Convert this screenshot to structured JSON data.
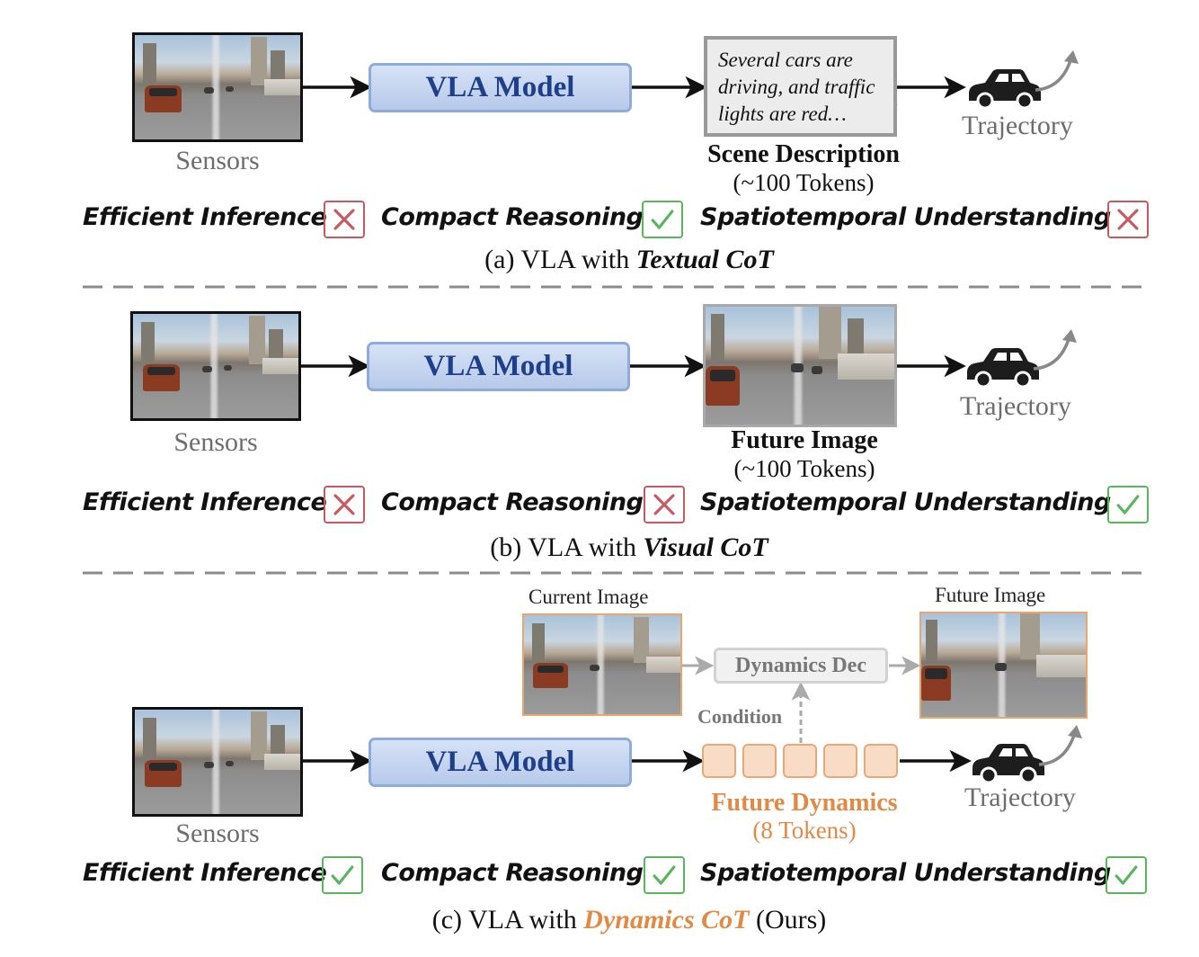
{
  "colors": {
    "vla_fill": "#c5d5f0",
    "vla_border": "#8fabdc",
    "vla_text": "#1e3f8a",
    "orange_accent": "#e08a45",
    "check_green": "#5bb45e",
    "cross_red": "#c65a60",
    "arrow_dark": "#111111",
    "arrow_gray": "#aaaaaa"
  },
  "labels": {
    "sensors": "Sensors",
    "vla_model": "VLA Model",
    "trajectory": "Trajectory"
  },
  "criteria": {
    "efficient": "Efficient Inference",
    "compact": "Compact Reasoning",
    "spatio": "Spatiotemporal Understanding"
  },
  "panel_a": {
    "description_text": "Several cars are driving, and traffic lights are red…",
    "cot_title": "Scene Description",
    "cot_tokens": "(~100 Tokens)",
    "caption_prefix": "(a) VLA with ",
    "caption_em": "Textual CoT",
    "marks": [
      "cross",
      "check",
      "cross"
    ]
  },
  "panel_b": {
    "cot_title": "Future Image",
    "cot_tokens": "(~100 Tokens)",
    "caption_prefix": "(b) VLA with ",
    "caption_em": "Visual CoT",
    "marks": [
      "cross",
      "cross",
      "check"
    ]
  },
  "panel_c": {
    "current_image": "Current Image",
    "future_image": "Future Image",
    "dynamics_dec": "Dynamics Dec",
    "condition": "Condition",
    "cot_title": "Future Dynamics",
    "cot_tokens": "(8 Tokens)",
    "token_count": 5,
    "caption_prefix": "(c) VLA with ",
    "caption_em": "Dynamics CoT",
    "caption_suffix": " (Ours)",
    "marks": [
      "check",
      "check",
      "check"
    ]
  },
  "icons": [
    "car-icon",
    "curved-arrow-icon",
    "check-icon",
    "cross-icon",
    "dog-ear-note-icon"
  ]
}
